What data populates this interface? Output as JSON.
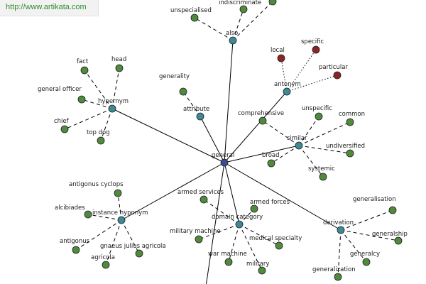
{
  "watermark": {
    "url": "http://www.artikata.com"
  },
  "colors": {
    "center": "#404a8f",
    "relation": "#3d8a94",
    "word": "#4f8a3d",
    "antonym_word": "#8c2424",
    "url_text": "#2e8b2e"
  },
  "center": {
    "label": "general"
  },
  "relations": [
    {
      "id": "also",
      "label": "also",
      "words": [
        "unspecialised",
        "indiscriminate",
        ""
      ]
    },
    {
      "id": "hypernym",
      "label": "hypernym",
      "words": [
        "fact",
        "head",
        "general officer",
        "chief",
        "top dog"
      ]
    },
    {
      "id": "attribute",
      "label": "attribute",
      "words": [
        "generality"
      ]
    },
    {
      "id": "antonym",
      "label": "antonym",
      "words": [
        "local",
        "specific",
        "particular"
      ]
    },
    {
      "id": "similar",
      "label": "similar",
      "words": [
        "comprehensive",
        "unspecific",
        "common",
        "broad",
        "undiversified",
        "systemic"
      ]
    },
    {
      "id": "instance_hyponym",
      "label": "instance hyponym",
      "words": [
        "antigonus cyclops",
        "alcibiades",
        "antigonus",
        "gnaeus julius agricola",
        "agricola"
      ]
    },
    {
      "id": "domain_category",
      "label": "domain category",
      "words": [
        "armed services",
        "armed forces",
        "military machine",
        "medical specialty",
        "war machine",
        "military"
      ]
    },
    {
      "id": "derivation",
      "label": "derivation",
      "words": [
        "generalisation",
        "generalship",
        "generalcy",
        "generalization"
      ]
    },
    {
      "id": "offscreen",
      "label": "",
      "words": []
    }
  ]
}
